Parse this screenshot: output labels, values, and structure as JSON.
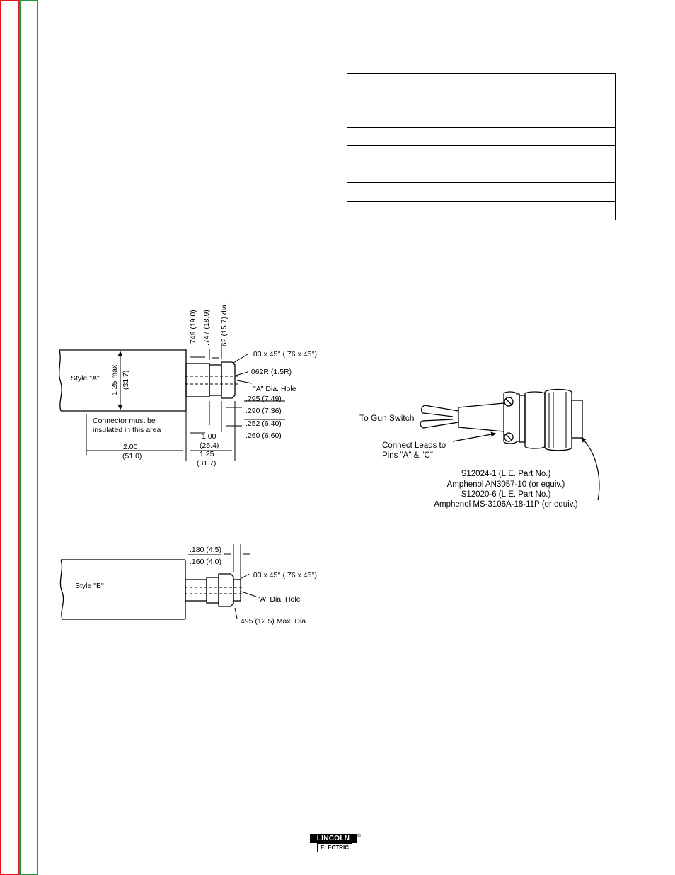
{
  "style_a": {
    "label": "Style \"A\"",
    "dim_749": ".749 (19.0)",
    "dim_747": ".747 (18.9)",
    "dim_62": ".62 (15.7) dia.",
    "dim_125max": "1.25 max",
    "dim_317": "(31.7)",
    "chamfer": ".03 x 45° (.76 x 45°)",
    "radius": ".062R (1.5R)",
    "hole": "\"A\" Dia. Hole",
    "dim_295": ".295 (7.49)",
    "dim_290": ".290 (7.36)",
    "dim_252": ".252 (6.40)",
    "dim_260": ".260 (6.60)",
    "note_line1": "Connector must be",
    "note_line2": "insulated in this area",
    "dim_100": "1.00",
    "dim_254": "(25.4)",
    "dim_200": "2.00",
    "dim_510": "(51.0)",
    "dim_125": "1.25",
    "dim_317b": "(31.7)"
  },
  "style_b": {
    "label": "Style \"B\"",
    "dim_180": ".180 (4.5)",
    "dim_160": ".160 (4.0)",
    "chamfer": ".03 x  45° (.76 x 45°)",
    "hole": "\"A\" Dia. Hole",
    "dim_495": ".495 (12.5) Max. Dia."
  },
  "connector": {
    "to_gun_switch": "To Gun Switch",
    "connect_leads_1": "Connect Leads to",
    "connect_leads_2": "Pins \"A\" & \"C\"",
    "part_1": "S12024-1 (L.E. Part No.)",
    "part_2": "Amphenol AN3057-10 (or equiv.)",
    "part_3": "S12020-6 (L.E. Part No.)",
    "part_4": "Amphenol MS-3106A-18-11P (or equiv.)"
  },
  "logo": {
    "top": "LINCOLN",
    "bottom": "ELECTRIC",
    "reg": "®"
  }
}
